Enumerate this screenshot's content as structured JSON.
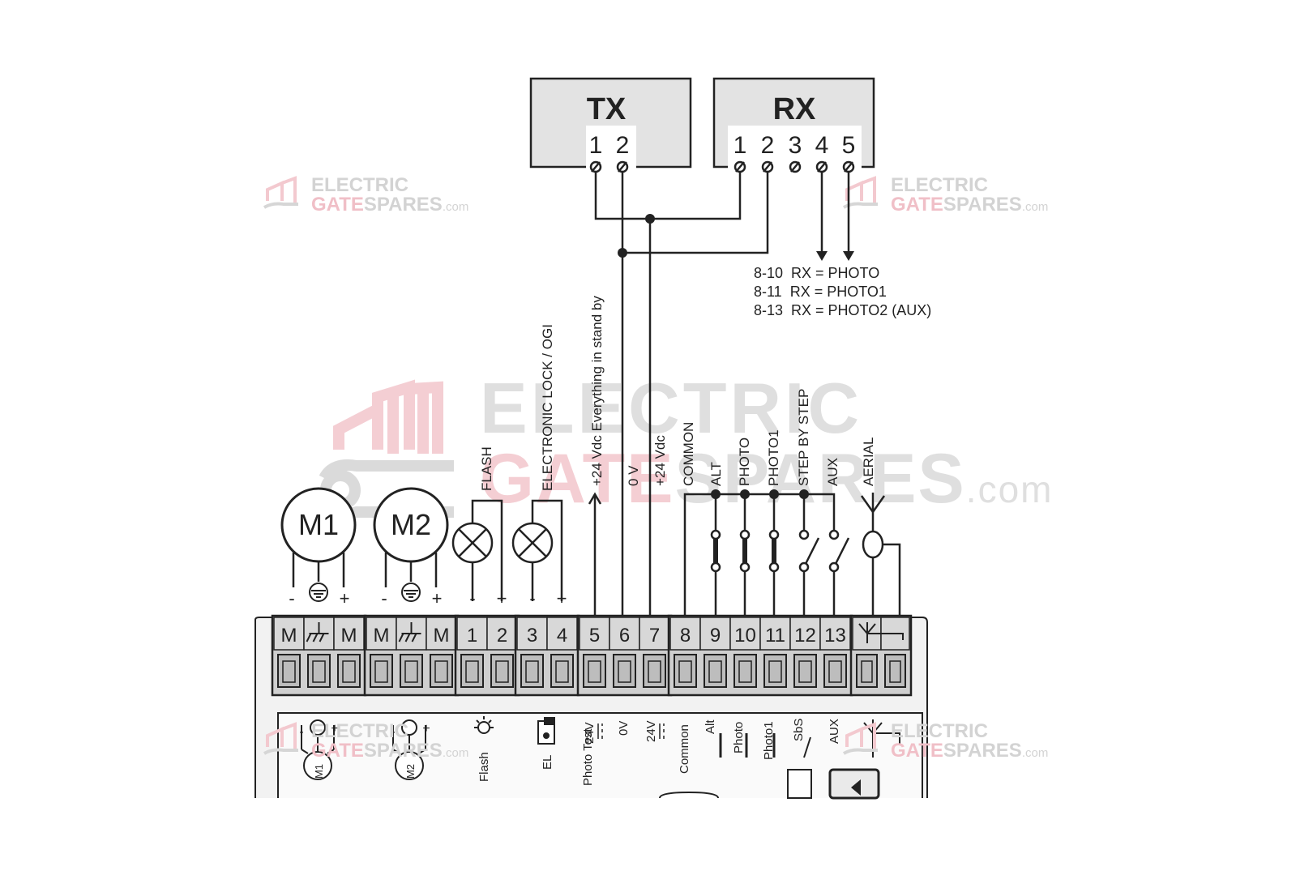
{
  "watermark": {
    "line1": "ELECTRIC",
    "line2_gate": "GATE",
    "line2_spares": "SPARES",
    "line2_com": ".com"
  },
  "photocells": {
    "tx": {
      "title": "TX",
      "pins": [
        "1",
        "2"
      ]
    },
    "rx": {
      "title": "RX",
      "pins": [
        "1",
        "2",
        "3",
        "4",
        "5"
      ]
    }
  },
  "rx_notes": [
    "8-10  RX = PHOTO",
    "8-11  RX = PHOTO1",
    "8-13  RX = PHOTO2 (AUX)"
  ],
  "motors": [
    "M1",
    "M2"
  ],
  "motor_polarity": {
    "minus": "-",
    "plus": "+"
  },
  "vertical_labels": {
    "flash": "FLASH",
    "lock": "ELECTRONIC LOCK / OGI",
    "v24_standby": "+24 Vdc Everything in stand by",
    "ov": "0 V",
    "v24": "+24 Vdc",
    "common": "COMMON",
    "alt": "ALT",
    "photo": "PHOTO",
    "photo1": "PHOTO1",
    "sbs": "STEP BY STEP",
    "aux": "AUX",
    "aerial": "AERIAL"
  },
  "terminals": [
    {
      "group": "m1",
      "labels": [
        "M",
        "",
        "M"
      ]
    },
    {
      "group": "m2",
      "labels": [
        "M",
        "",
        "M"
      ]
    },
    {
      "group": "flash",
      "labels": [
        "1",
        "2"
      ]
    },
    {
      "group": "lock",
      "labels": [
        "3",
        "4"
      ]
    },
    {
      "group": "power",
      "labels": [
        "5",
        "6",
        "7"
      ]
    },
    {
      "group": "inputs",
      "labels": [
        "8",
        "9",
        "10",
        "11",
        "12",
        "13"
      ]
    },
    {
      "group": "aerial",
      "labels": [
        "",
        ""
      ]
    }
  ],
  "board_labels": {
    "flash": "Flash",
    "el": "EL",
    "photo_test": "Photo Test",
    "v24": "24V",
    "ov": "0V",
    "v24b": "24V",
    "common": "Common",
    "alt": "Alt",
    "photo": "Photo",
    "photo1": "Photo1",
    "sbs": "SbS",
    "aux": "AUX",
    "m1": "M1",
    "m2": "M2",
    "plus": "+",
    "minus": "-"
  },
  "colors": {
    "line": "#222222",
    "box_fill": "#e3e3e3",
    "terminal_fill": "#cfcfcf",
    "watermark_pink": "#f3c9cf",
    "watermark_grey": "#d6d6d6"
  }
}
